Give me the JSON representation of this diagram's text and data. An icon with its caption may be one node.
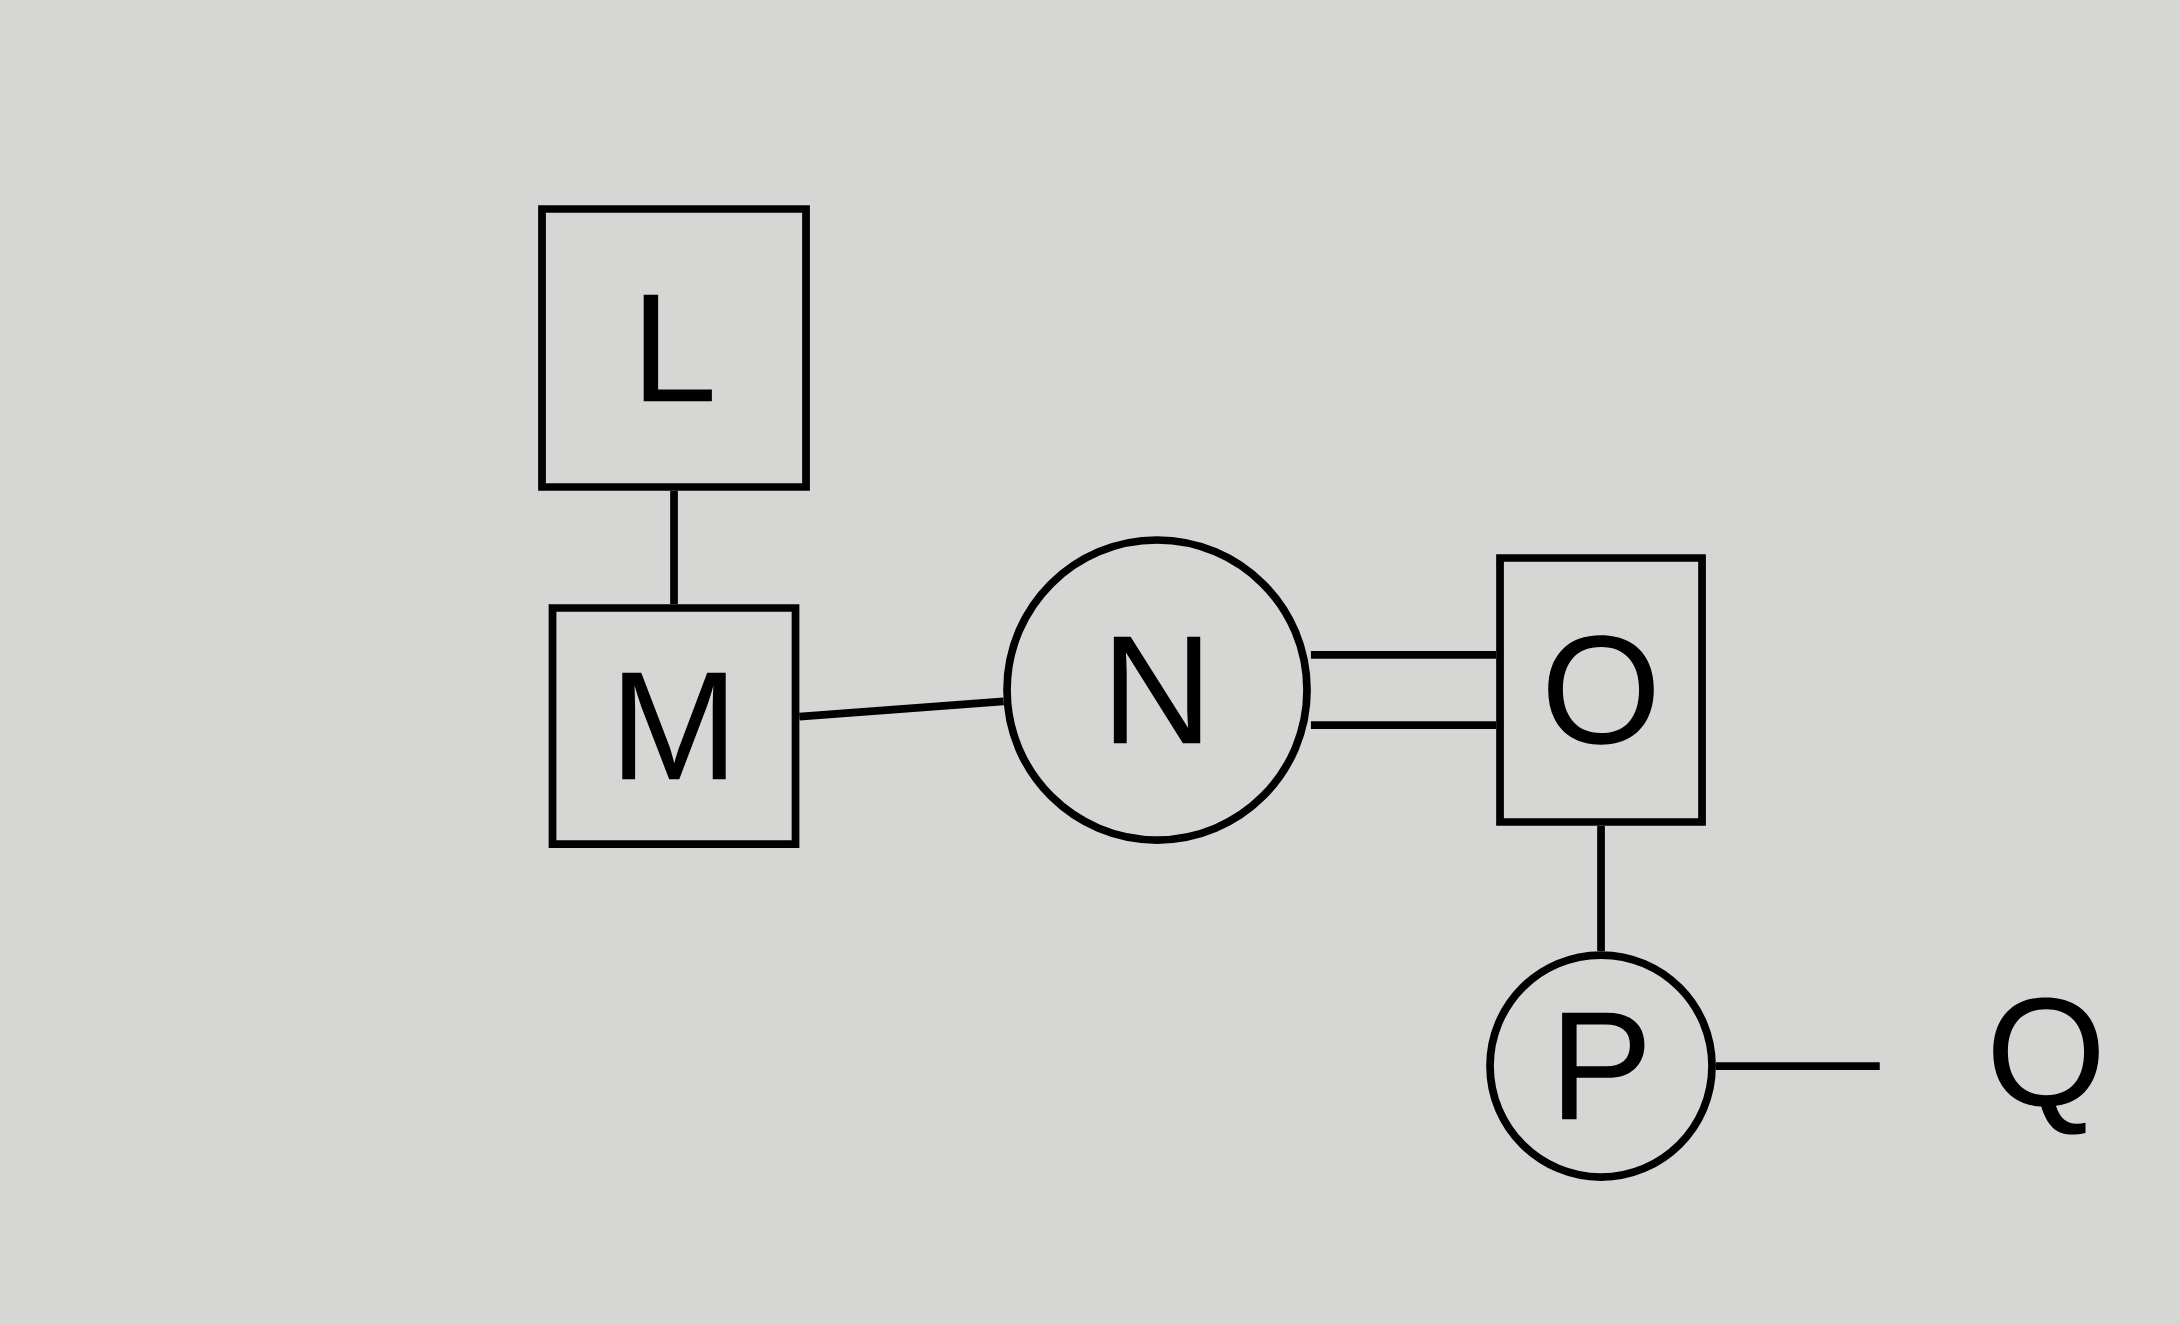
{
  "diagram": {
    "nodes": [
      {
        "text": [
          "L"
        ]
      },
      {
        "text": [
          "M"
        ]
      },
      {
        "text": [
          "N"
        ]
      },
      {
        "text": [
          "O"
        ]
      },
      {
        "text": [
          "P"
        ]
      },
      {
        "text": [
          "Q"
        ]
      }
    ],
    "edges": [
      {
        "from": 0,
        "to": 1,
        "arrow": "none"
      },
      {
        "from": 1,
        "to": 2,
        "arrow": "none"
      },
      {
        "from": 2,
        "to": 3,
        "arrow": "none"
      },
      {
        "from": 2,
        "to": 3,
        "arrow": "none"
      },
      {
        "from": 3,
        "to": 4,
        "arrow": "none"
      },
      {
        "from": 4,
        "to": 5,
        "arrow": "none"
      }
    ]
  }
}
